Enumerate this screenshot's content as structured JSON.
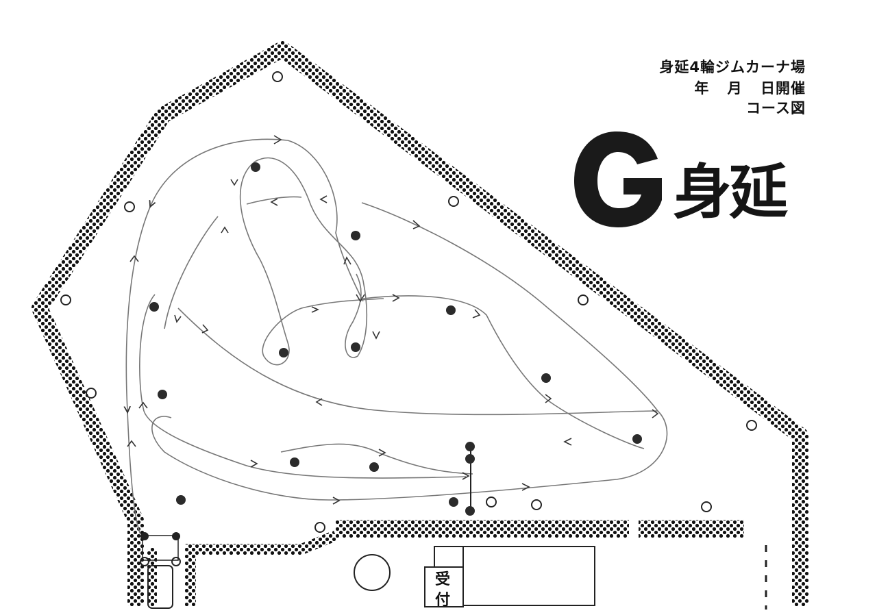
{
  "header": {
    "line1": "身延4輪ジムカーナ場",
    "line2": "年 月 日開催",
    "line3": "コース図"
  },
  "logo": {
    "letter": "G",
    "name": "身延"
  },
  "building": {
    "reception_label": "受付"
  },
  "legend_icons": {
    "pylon_filled": "filled-pylon-icon",
    "pylon_hollow": "hollow-pylon-icon",
    "arrow": "direction-arrow-icon"
  },
  "colors": {
    "ink": "#111111",
    "course_line": "#777777",
    "background": "#ffffff"
  }
}
